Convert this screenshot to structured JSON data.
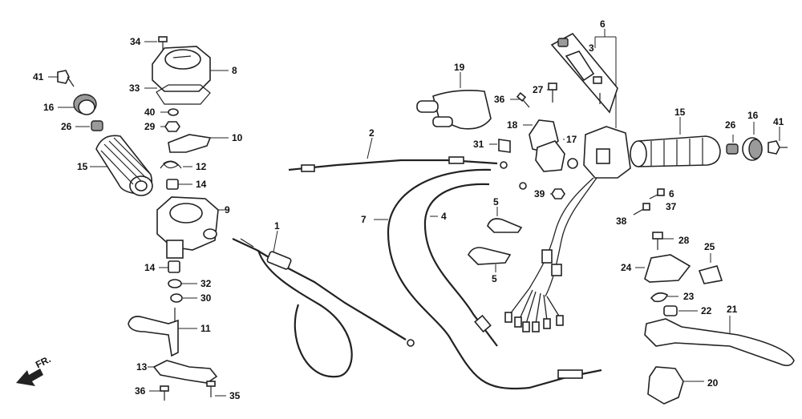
{
  "labels": [
    {
      "id": "p34",
      "text": "34"
    },
    {
      "id": "p41a",
      "text": "41"
    },
    {
      "id": "p8",
      "text": "8"
    },
    {
      "id": "p33",
      "text": "33"
    },
    {
      "id": "p16a",
      "text": "16"
    },
    {
      "id": "p40",
      "text": "40"
    },
    {
      "id": "p26a",
      "text": "26"
    },
    {
      "id": "p29",
      "text": "29"
    },
    {
      "id": "p10",
      "text": "10"
    },
    {
      "id": "p15a",
      "text": "15"
    },
    {
      "id": "p12",
      "text": "12"
    },
    {
      "id": "p14a",
      "text": "14"
    },
    {
      "id": "p9",
      "text": "9"
    },
    {
      "id": "p1",
      "text": "1"
    },
    {
      "id": "p14b",
      "text": "14"
    },
    {
      "id": "p32",
      "text": "32"
    },
    {
      "id": "p30",
      "text": "30"
    },
    {
      "id": "p11",
      "text": "11"
    },
    {
      "id": "p13",
      "text": "13"
    },
    {
      "id": "p36a",
      "text": "36"
    },
    {
      "id": "p35",
      "text": "35"
    },
    {
      "id": "p19",
      "text": "19"
    },
    {
      "id": "p36b",
      "text": "36"
    },
    {
      "id": "p27",
      "text": "27"
    },
    {
      "id": "p2",
      "text": "2"
    },
    {
      "id": "p18",
      "text": "18"
    },
    {
      "id": "p17",
      "text": "17"
    },
    {
      "id": "p31",
      "text": "31"
    },
    {
      "id": "p39",
      "text": "39"
    },
    {
      "id": "p7",
      "text": "7"
    },
    {
      "id": "p4",
      "text": "4"
    },
    {
      "id": "p5a",
      "text": "5"
    },
    {
      "id": "p5b",
      "text": "5"
    },
    {
      "id": "p6a",
      "text": "6"
    },
    {
      "id": "p3",
      "text": "3"
    },
    {
      "id": "p15b",
      "text": "15"
    },
    {
      "id": "p26b",
      "text": "26"
    },
    {
      "id": "p16b",
      "text": "16"
    },
    {
      "id": "p41b",
      "text": "41"
    },
    {
      "id": "p6b",
      "text": "6"
    },
    {
      "id": "p37",
      "text": "37"
    },
    {
      "id": "p38",
      "text": "38"
    },
    {
      "id": "p28",
      "text": "28"
    },
    {
      "id": "p25",
      "text": "25"
    },
    {
      "id": "p24",
      "text": "24"
    },
    {
      "id": "p23",
      "text": "23"
    },
    {
      "id": "p22",
      "text": "22"
    },
    {
      "id": "p21",
      "text": "21"
    },
    {
      "id": "p20",
      "text": "20"
    }
  ],
  "front_marker": "FR."
}
